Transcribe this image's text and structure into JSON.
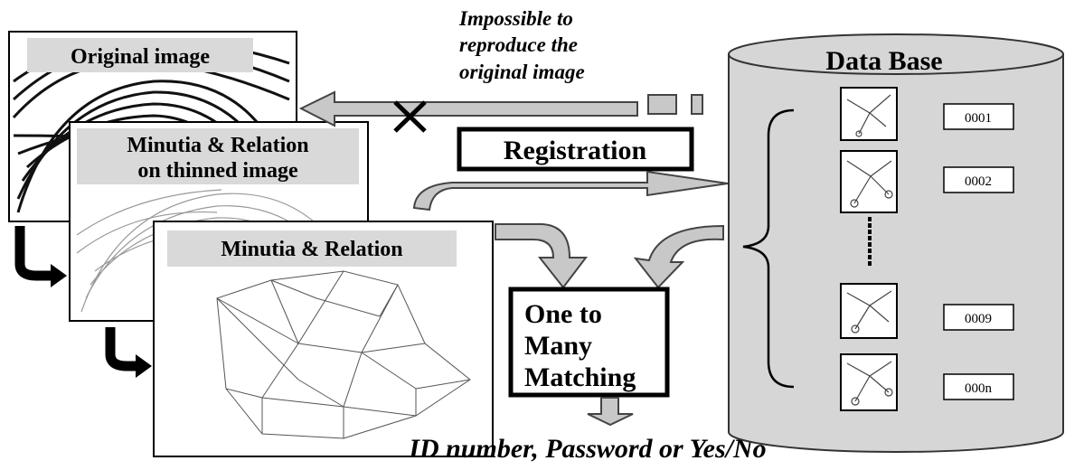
{
  "labels": {
    "original_image": "Original image",
    "thinned_line1": "Minutia & Relation",
    "thinned_line2": "on thinned image",
    "minutia": "Minutia & Relation",
    "impossible_line1": "Impossible to",
    "impossible_line2": "reproduce the",
    "impossible_line3": "original image",
    "registration": "Registration",
    "matching_line1": "One to",
    "matching_line2": "Many",
    "matching_line3": "Matching",
    "database": "Data Base",
    "output": "ID number, Password or Yes/No"
  },
  "records": [
    "0001",
    "0002",
    "0009",
    "000n"
  ],
  "colors": {
    "arrow_fill": "#c8c8c8",
    "label_bg": "#d9d9d9",
    "db_fill": "#d6d6d6"
  }
}
